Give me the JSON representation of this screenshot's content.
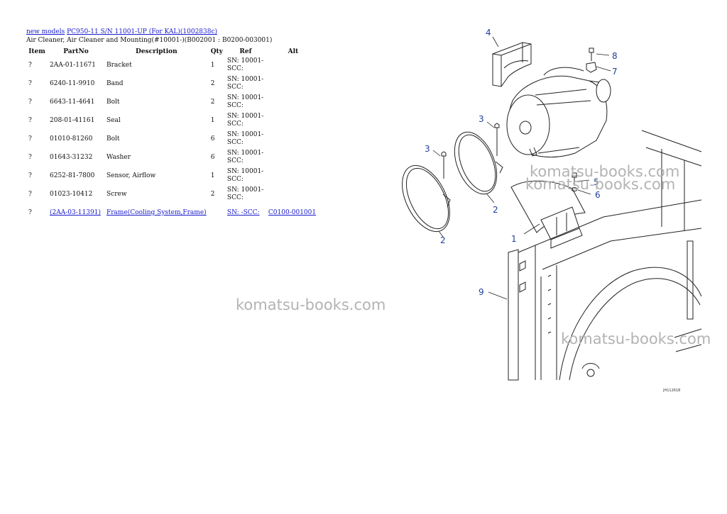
{
  "breadcrumb": {
    "link1": "new models",
    "link2": "PC950-11 S/N 11001-UP (For KAL)(1002838c)"
  },
  "subtitle": "Air Cleaner, Air Cleaner and Mounting(#10001-)(B002001 : B0200-003001)",
  "table": {
    "headers": [
      "Item",
      "PartNo",
      "Description",
      "Qty",
      "Ref",
      "Alt"
    ],
    "rows": [
      {
        "item": "?",
        "partno": "2AA-01-11671",
        "desc": "Bracket",
        "qty": "1",
        "ref": "SN: 10001-SCC:",
        "alt": ""
      },
      {
        "item": "?",
        "partno": "6240-11-9910",
        "desc": "Band",
        "qty": "2",
        "ref": "SN: 10001-SCC:",
        "alt": ""
      },
      {
        "item": "?",
        "partno": "6643-11-4641",
        "desc": "Bolt",
        "qty": "2",
        "ref": "SN: 10001-SCC:",
        "alt": ""
      },
      {
        "item": "?",
        "partno": "208-01-41161",
        "desc": "Seal",
        "qty": "1",
        "ref": "SN: 10001-SCC:",
        "alt": ""
      },
      {
        "item": "?",
        "partno": "01010-81260",
        "desc": "Bolt",
        "qty": "6",
        "ref": "SN: 10001-SCC:",
        "alt": ""
      },
      {
        "item": "?",
        "partno": "01643-31232",
        "desc": "Washer",
        "qty": "6",
        "ref": "SN: 10001-SCC:",
        "alt": ""
      },
      {
        "item": "?",
        "partno": "6252-81-7800",
        "desc": "Sensor, Airflow",
        "qty": "1",
        "ref": "SN: 10001-SCC:",
        "alt": ""
      },
      {
        "item": "?",
        "partno": "01023-10412",
        "desc": "Screw",
        "qty": "2",
        "ref": "SN: 10001-SCC:",
        "alt": ""
      },
      {
        "item": "?",
        "partno": "(2AA-03-11391)",
        "desc": "Frame(Cooling System,Frame)",
        "qty": "",
        "ref": "SN: -SCC:",
        "alt": "C0100-001001"
      }
    ]
  },
  "diagram": {
    "callouts": [
      "4",
      "8",
      "7",
      "3",
      "3",
      "5",
      "6",
      "2",
      "1",
      "2",
      "9"
    ],
    "code": "JH112618"
  },
  "watermarks": [
    "komatsu-books.com",
    "komatsu-books.com",
    "komatsu-books.com",
    "komatsu-books.com"
  ],
  "colors": {
    "link": "#1a1acc",
    "callout": "#1f3f9f",
    "watermark": "#b3b3b3"
  }
}
